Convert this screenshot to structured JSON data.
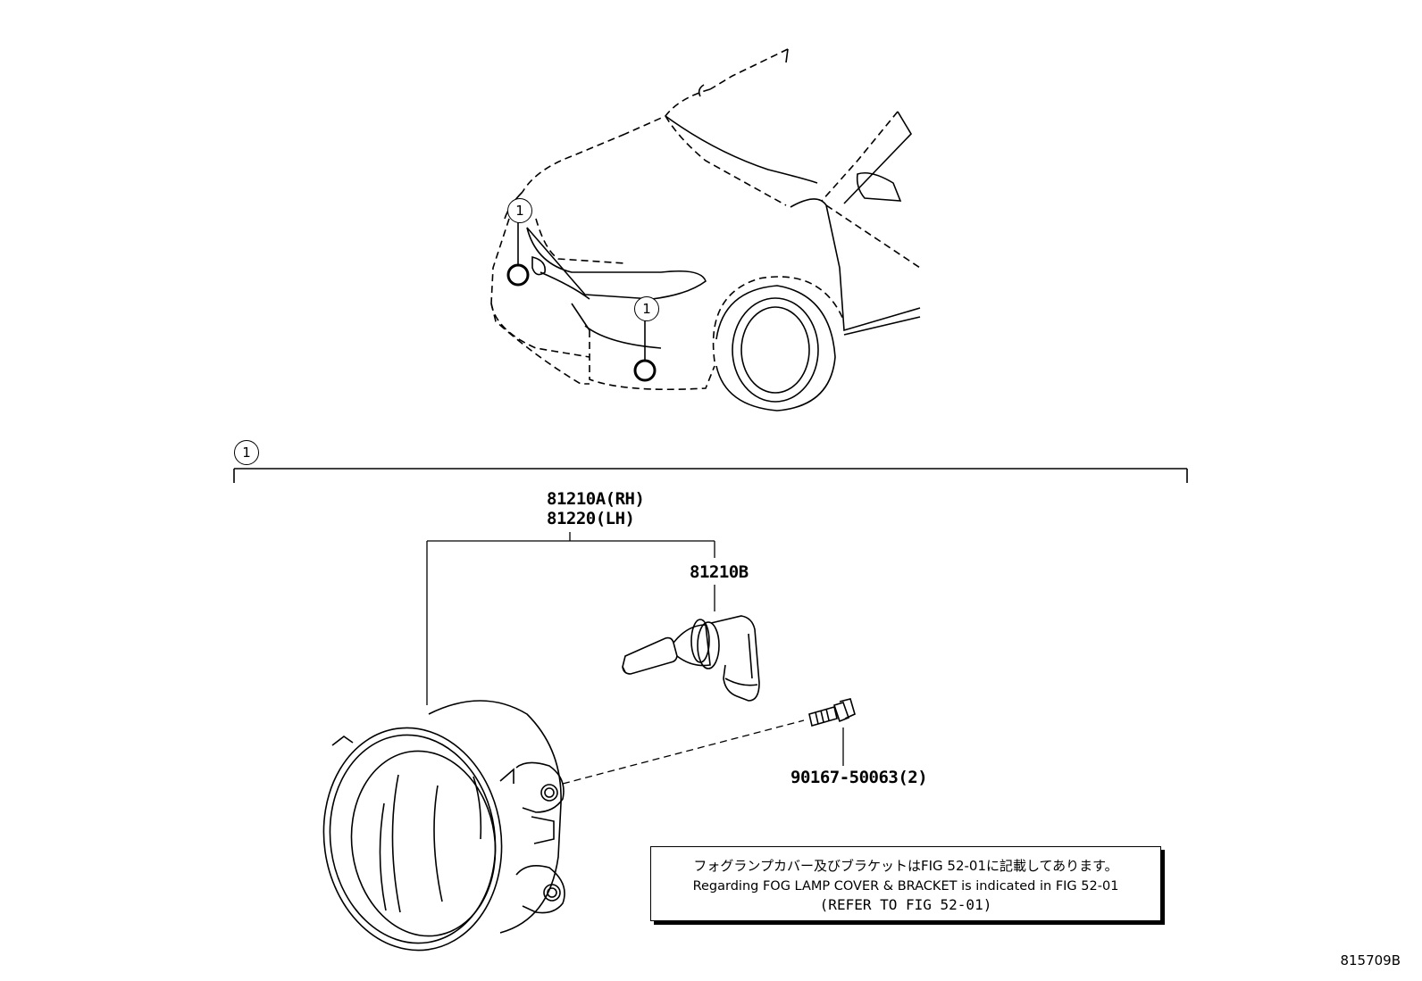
{
  "callouts": {
    "marker": "1"
  },
  "parts": {
    "fog_lamp_rh": "81210A(RH)",
    "fog_lamp_lh": "81220(LH)",
    "bulb": "81210B",
    "screw": "90167-50063(2)"
  },
  "note": {
    "japanese": "フォグランプカバー及びブラケットはFIG 52-01に記載してあります。",
    "english": "Regarding FOG LAMP COVER & BRACKET is indicated in FIG 52-01",
    "reference": "(REFER TO FIG 52-01)"
  },
  "figure_id": "815709B"
}
